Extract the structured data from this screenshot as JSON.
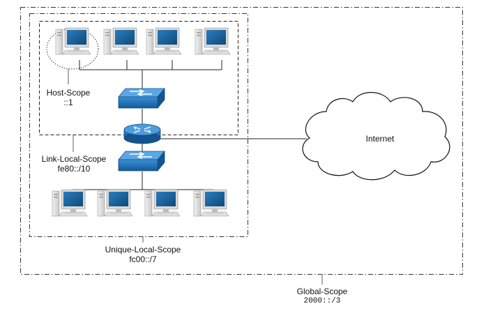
{
  "scopes": {
    "host": {
      "name": "Host-Scope",
      "prefix": "::1"
    },
    "link_local": {
      "name": "Link-Local-Scope",
      "prefix": "fe80::/10"
    },
    "unique_local": {
      "name": "Unique-Local-Scope",
      "prefix": "fc00::/7"
    },
    "global": {
      "name": "Global-Scope",
      "prefix": "2000::/3"
    }
  },
  "cloud": {
    "label": "Internet"
  },
  "devices": {
    "top_computers": 4,
    "bottom_computers": 4,
    "switches": 2,
    "routers": 1
  },
  "colors": {
    "device_blue": "#1f6fb8",
    "screen_blue": "#1a5f95",
    "border_dash": "#333333"
  }
}
